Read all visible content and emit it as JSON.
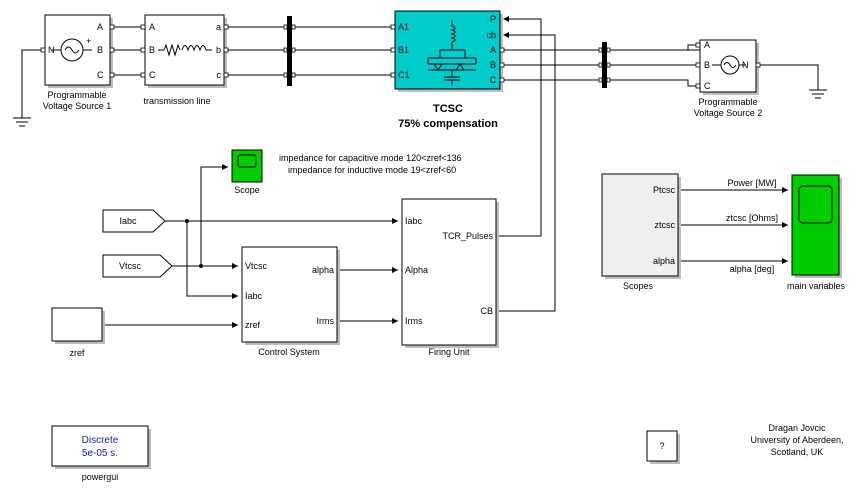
{
  "blocks": {
    "source1": {
      "label_line1": "Programmable",
      "label_line2": "Voltage Source 1",
      "ports": [
        "N",
        "A",
        "B",
        "C"
      ],
      "plus": "+"
    },
    "tline": {
      "label": "transmission line",
      "ports_left": [
        "A",
        "B",
        "C"
      ],
      "ports_right": [
        "a",
        "b",
        "c"
      ]
    },
    "tcsc": {
      "title": "TCSC",
      "subtitle": "75% compensation",
      "ports_left": [
        "A1",
        "B1",
        "C1"
      ],
      "ports_right": [
        "P",
        "cb",
        "A",
        "B",
        "C"
      ]
    },
    "source2": {
      "label_line1": "Programmable",
      "label_line2": "Voltage Source 2",
      "ports": [
        "A",
        "B",
        "C",
        "N"
      ]
    },
    "scope": {
      "label": "Scope"
    },
    "iabc_in": {
      "label": "Iabc"
    },
    "vtcsc_in": {
      "label": "Vtcsc"
    },
    "zref": {
      "label": "zref"
    },
    "control": {
      "label": "Control System",
      "inputs": [
        "Vtcsc",
        "Iabc",
        "zref"
      ],
      "outputs": [
        "alpha",
        "Irms"
      ]
    },
    "firing": {
      "label": "Firing Unit",
      "inputs": [
        "Iabc",
        "Alpha",
        "Irms"
      ],
      "outputs": [
        "TCR_Pulses",
        "CB"
      ]
    },
    "scopes": {
      "label": "Scopes",
      "outputs": [
        "Ptcsc",
        "ztcsc",
        "alpha"
      ]
    },
    "main_vars": {
      "label": "main variables"
    },
    "powergui": {
      "line1": "Discrete",
      "line2": "5e-05 s.",
      "label": "powergui"
    },
    "help": {
      "label": "?"
    }
  },
  "signals": {
    "power": "Power [MW]",
    "ztcsc": "ztcsc [Ohms]",
    "alpha": "alpha [deg]"
  },
  "annotations": {
    "note_line1": "impedance for capacitive mode 120<zref<136",
    "note_line2": "impedance for inductive mode 19<zref<60",
    "author_line1": "Dragan Jovcic",
    "author_line2": "University of Aberdeen,",
    "author_line3": "Scotland, UK"
  },
  "colors": {
    "tcsc_fill": "#00cccc",
    "scope_fill": "#00cc00",
    "powergui_text": "#1a1aaa"
  }
}
